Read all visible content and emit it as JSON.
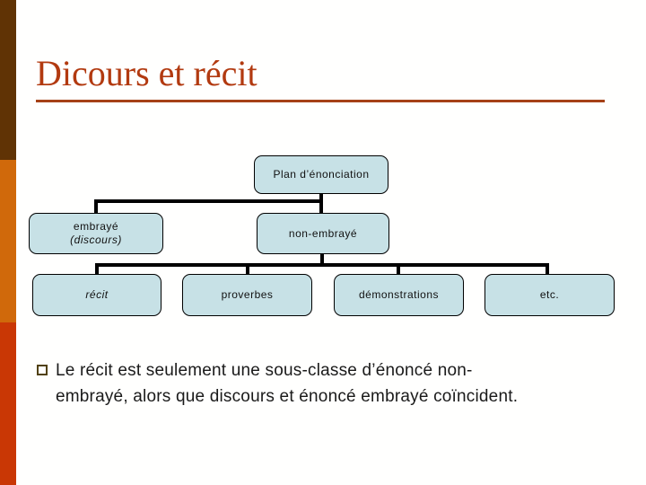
{
  "header": {
    "title": "Dicours et récit"
  },
  "diagram": {
    "type": "org-chart",
    "root": {
      "label": "Plan d’énonciation"
    },
    "level2": [
      {
        "label": "embrayé",
        "sublabel": "(discours)"
      },
      {
        "label": "non-embrayé"
      }
    ],
    "level3": [
      {
        "label": "récit"
      },
      {
        "label": "proverbes"
      },
      {
        "label": "démonstrations"
      },
      {
        "label": "etc."
      }
    ]
  },
  "bullet": {
    "marker": "hollow-square-icon",
    "lines": [
      "Le récit est seulement une sous-classe d’énoncé non-",
      "embrayé, alors que discours et énoncé embrayé coïncident."
    ]
  },
  "colors": {
    "bar_brown": "#603305",
    "bar_orange": "#d0690b",
    "bar_red": "#c93705",
    "title": "#b23a10",
    "underline": "#a64117",
    "box_fill": "#c7e1e6",
    "box_border": "#000000",
    "connector": "#000000",
    "bullet_border": "#514110",
    "body_text": "#1a1a1a"
  }
}
